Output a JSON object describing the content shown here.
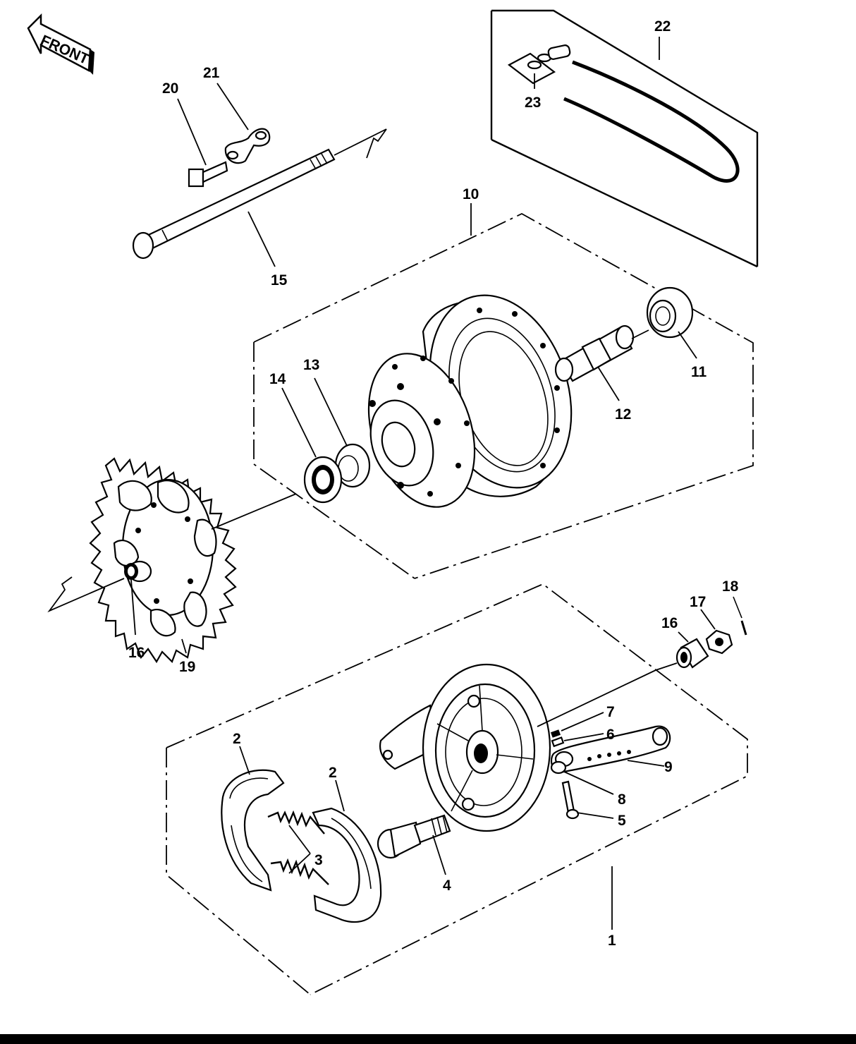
{
  "front_badge": "FRONT",
  "callouts": {
    "c1": "1",
    "c2a": "2",
    "c2b": "2",
    "c3": "3",
    "c4": "4",
    "c5": "5",
    "c6": "6",
    "c7": "7",
    "c8": "8",
    "c9": "9",
    "c10": "10",
    "c11": "11",
    "c12": "12",
    "c13": "13",
    "c14": "14",
    "c15": "15",
    "c16a": "16",
    "c16b": "16",
    "c17": "17",
    "c18": "18",
    "c19": "19",
    "c20": "20",
    "c21": "21",
    "c22": "22",
    "c23": "23"
  }
}
